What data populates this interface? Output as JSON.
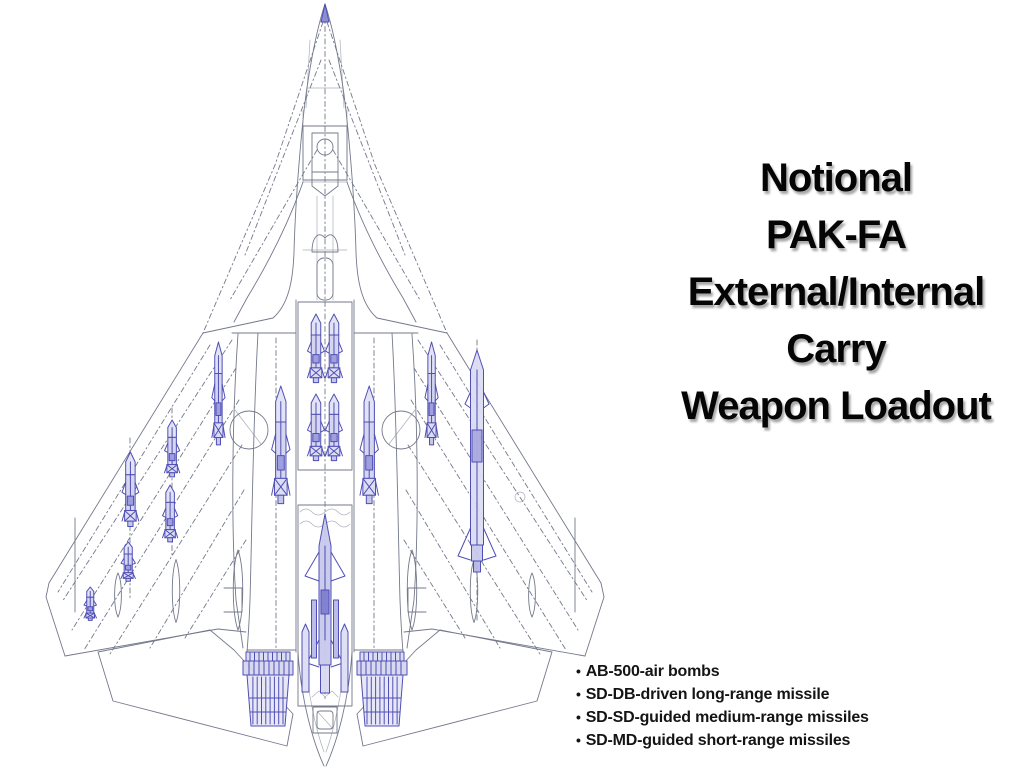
{
  "title": {
    "lines": [
      "Notional",
      "PAK-FA",
      "External/Internal",
      "Carry",
      "Weapon Loadout"
    ]
  },
  "legend": {
    "bullet": "•",
    "items": [
      "AB-500-air bombs",
      "SD-DB-driven long-range missile",
      "SD-SD-guided medium-range missiles",
      "SD-MD-guided short-range missiles"
    ]
  },
  "diagram": {
    "subject": "PAK-FA top-view airframe schematic with weapon loadout",
    "airframe_line_color": "#565b72",
    "weapon_line_color": "#4646b2",
    "background_color": "#ffffff"
  }
}
